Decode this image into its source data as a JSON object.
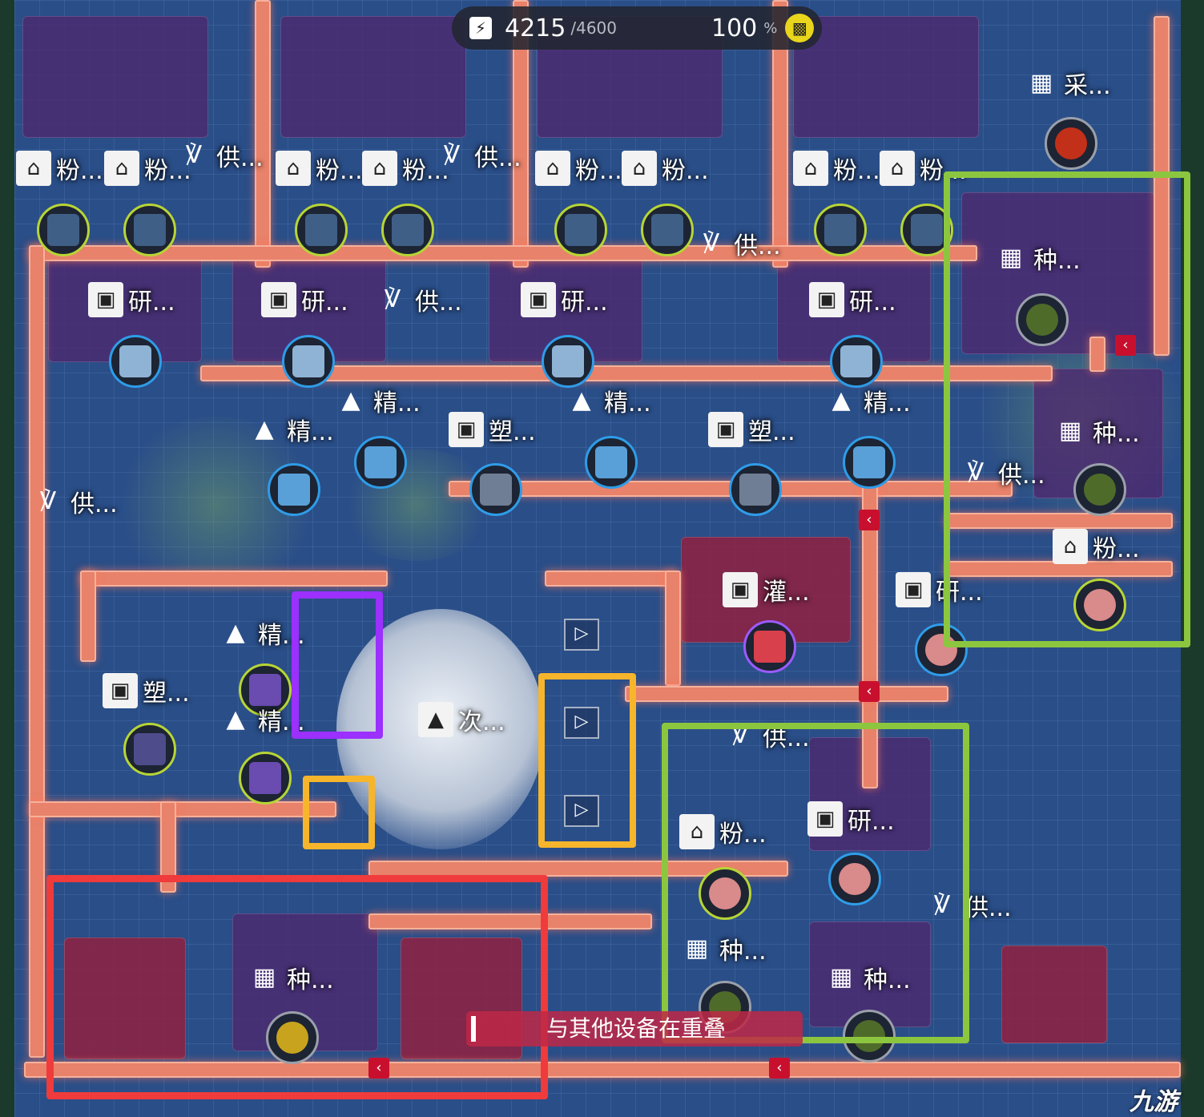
{
  "hud": {
    "power_current": "4215",
    "power_max": "/4600",
    "percent_value": "100",
    "percent_unit": "%",
    "power_icon": "lightning-icon",
    "badge_icon": "storage-chip-icon"
  },
  "machines": {
    "m01": "粉...",
    "m02": "粉...",
    "m03": "供...",
    "m04": "粉...",
    "m05": "粉...",
    "m06": "供...",
    "m07": "粉...",
    "m08": "粉...",
    "m09": "粉...",
    "m10": "粉...",
    "m11": "采...",
    "m12": "供...",
    "m13": "研...",
    "m14": "研...",
    "m15": "供...",
    "m16": "研...",
    "m17": "研...",
    "m18": "种...",
    "m19": "精...",
    "m20": "精...",
    "m21": "塑...",
    "m22": "精...",
    "m23": "塑...",
    "m24": "精...",
    "m25": "种...",
    "m26": "供...",
    "m27": "供...",
    "m28": "灌...",
    "m29": "研...",
    "m30": "粉...",
    "m31": "精...",
    "m32": "塑...",
    "m33": "精...",
    "m34": "次...",
    "m35": "供...",
    "m36": "粉...",
    "m37": "研...",
    "m38": "供...",
    "m39": "种...",
    "m40": "种...",
    "m41": "种..."
  },
  "toast": {
    "text": "与其他设备在重叠"
  },
  "watermark": "九游",
  "colors": {
    "highlight_green": "#8cc63f",
    "highlight_orange": "#f7b52c",
    "highlight_purple": "#9b30ff",
    "highlight_red": "#ef3b3b",
    "belt": "#e8826a",
    "ring_green": "#b7d536",
    "ring_blue": "#2f9ce8"
  }
}
